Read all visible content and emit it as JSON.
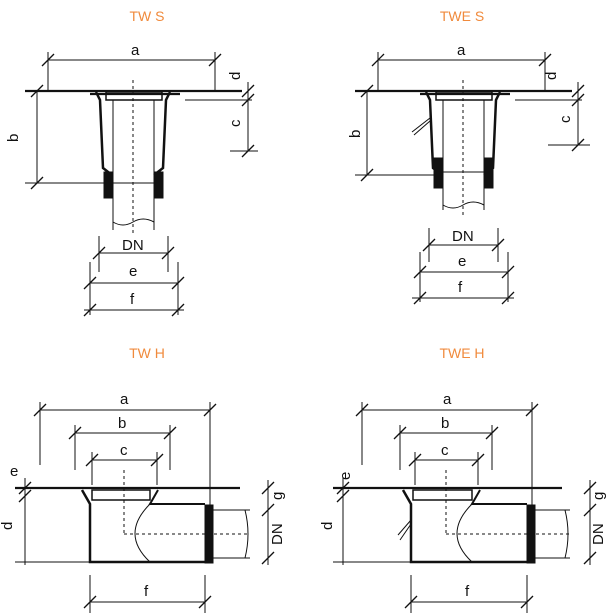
{
  "titles": {
    "tw_s": "TW S",
    "twe_s": "TWE S",
    "tw_h": "TW H",
    "twe_h": "TWE H"
  },
  "vertical_labels": {
    "a": "a",
    "b": "b",
    "c": "c",
    "d": "d",
    "dn": "DN",
    "e": "e",
    "f": "f"
  },
  "horizontal_labels": {
    "a": "a",
    "b": "b",
    "c": "c",
    "d": "d",
    "e": "e",
    "f": "f",
    "g": "g",
    "dn": "DN"
  },
  "colors": {
    "title": "#f08a3c",
    "line": "#111111"
  }
}
